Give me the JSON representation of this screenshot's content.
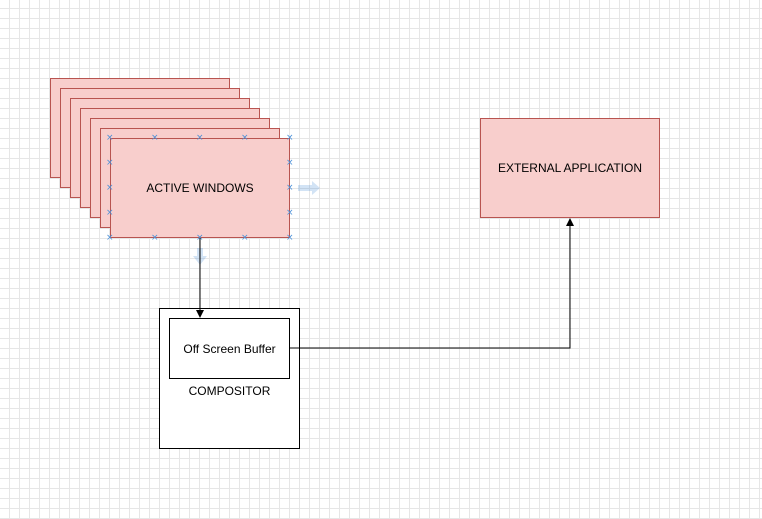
{
  "nodes": {
    "active_windows": {
      "label": "ACTIVE WINDOWS"
    },
    "external_application": {
      "label": "EXTERNAL APPLICATION"
    },
    "off_screen_buffer": {
      "label": "Off Screen Buffer"
    },
    "compositor": {
      "label": "COMPOSITOR"
    }
  },
  "edges": [
    {
      "from": "active_windows",
      "to": "off_screen_buffer"
    },
    {
      "from": "off_screen_buffer",
      "to": "external_application"
    }
  ],
  "colors": {
    "window_fill": "#f8cecc",
    "window_stroke": "#b85450",
    "selection": "#4a90d9",
    "grid": "#e6e6e6"
  }
}
